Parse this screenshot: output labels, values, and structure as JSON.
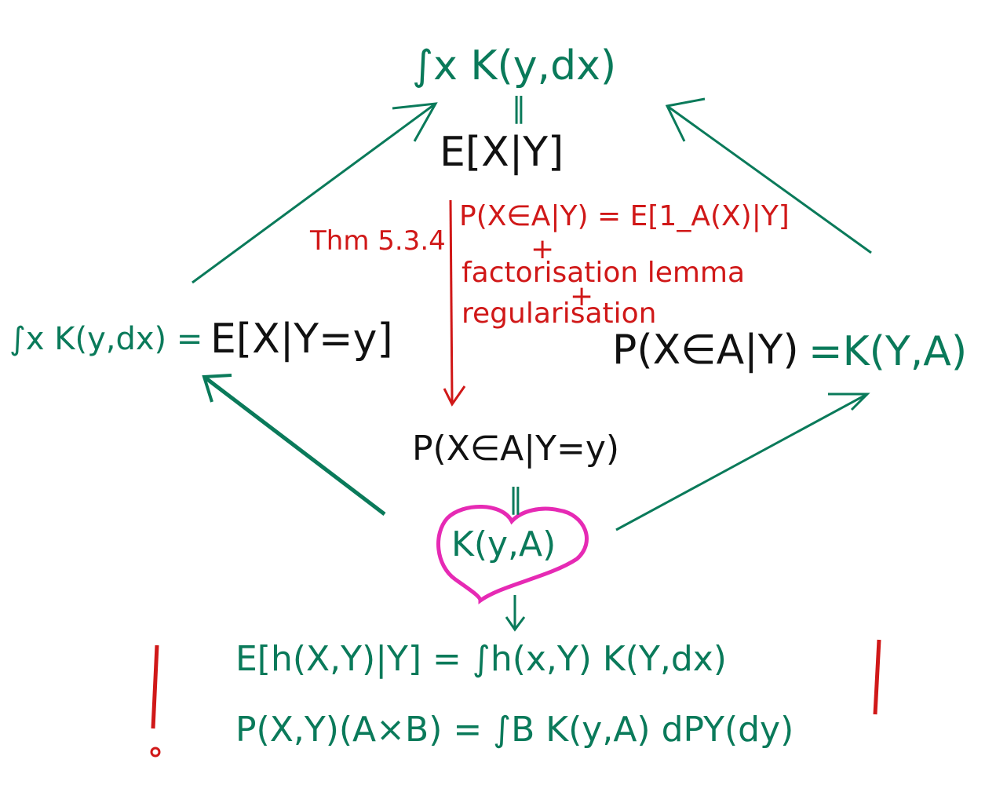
{
  "colors": {
    "green": "#0a7a5a",
    "black": "#111111",
    "red": "#d01818",
    "magenta": "#e62ab4"
  },
  "nodes": {
    "top_integral": "∫x K(y,dx)",
    "top_equals": "‖",
    "top_expectation": "E[X|Y]",
    "left_integral": "∫x K(y,dx) =",
    "left_expectation": "E[X|Y=y]",
    "right_probability": "P(X∈A|Y)",
    "right_kernel": "=K(Y,A)",
    "bottom_probability": "P(X∈A|Y=y)",
    "bottom_equals": "‖",
    "kernel": "K(y,A)",
    "down_arrow": "↓"
  },
  "annotation": {
    "theorem": "Thm 5.3.4",
    "line1": "P(X∈A|Y) = E[1_A(X)|Y]",
    "plus": "+",
    "line2": "factorisation lemma",
    "plus2": "+",
    "line3": "regularisation"
  },
  "results": {
    "line1": "E[h(X,Y)|Y] = ∫h(x,Y) K(Y,dx)",
    "line2": "P(X,Y)(A×B) = ∫B K(y,A) dPY(dy)",
    "exclamation": "!"
  }
}
